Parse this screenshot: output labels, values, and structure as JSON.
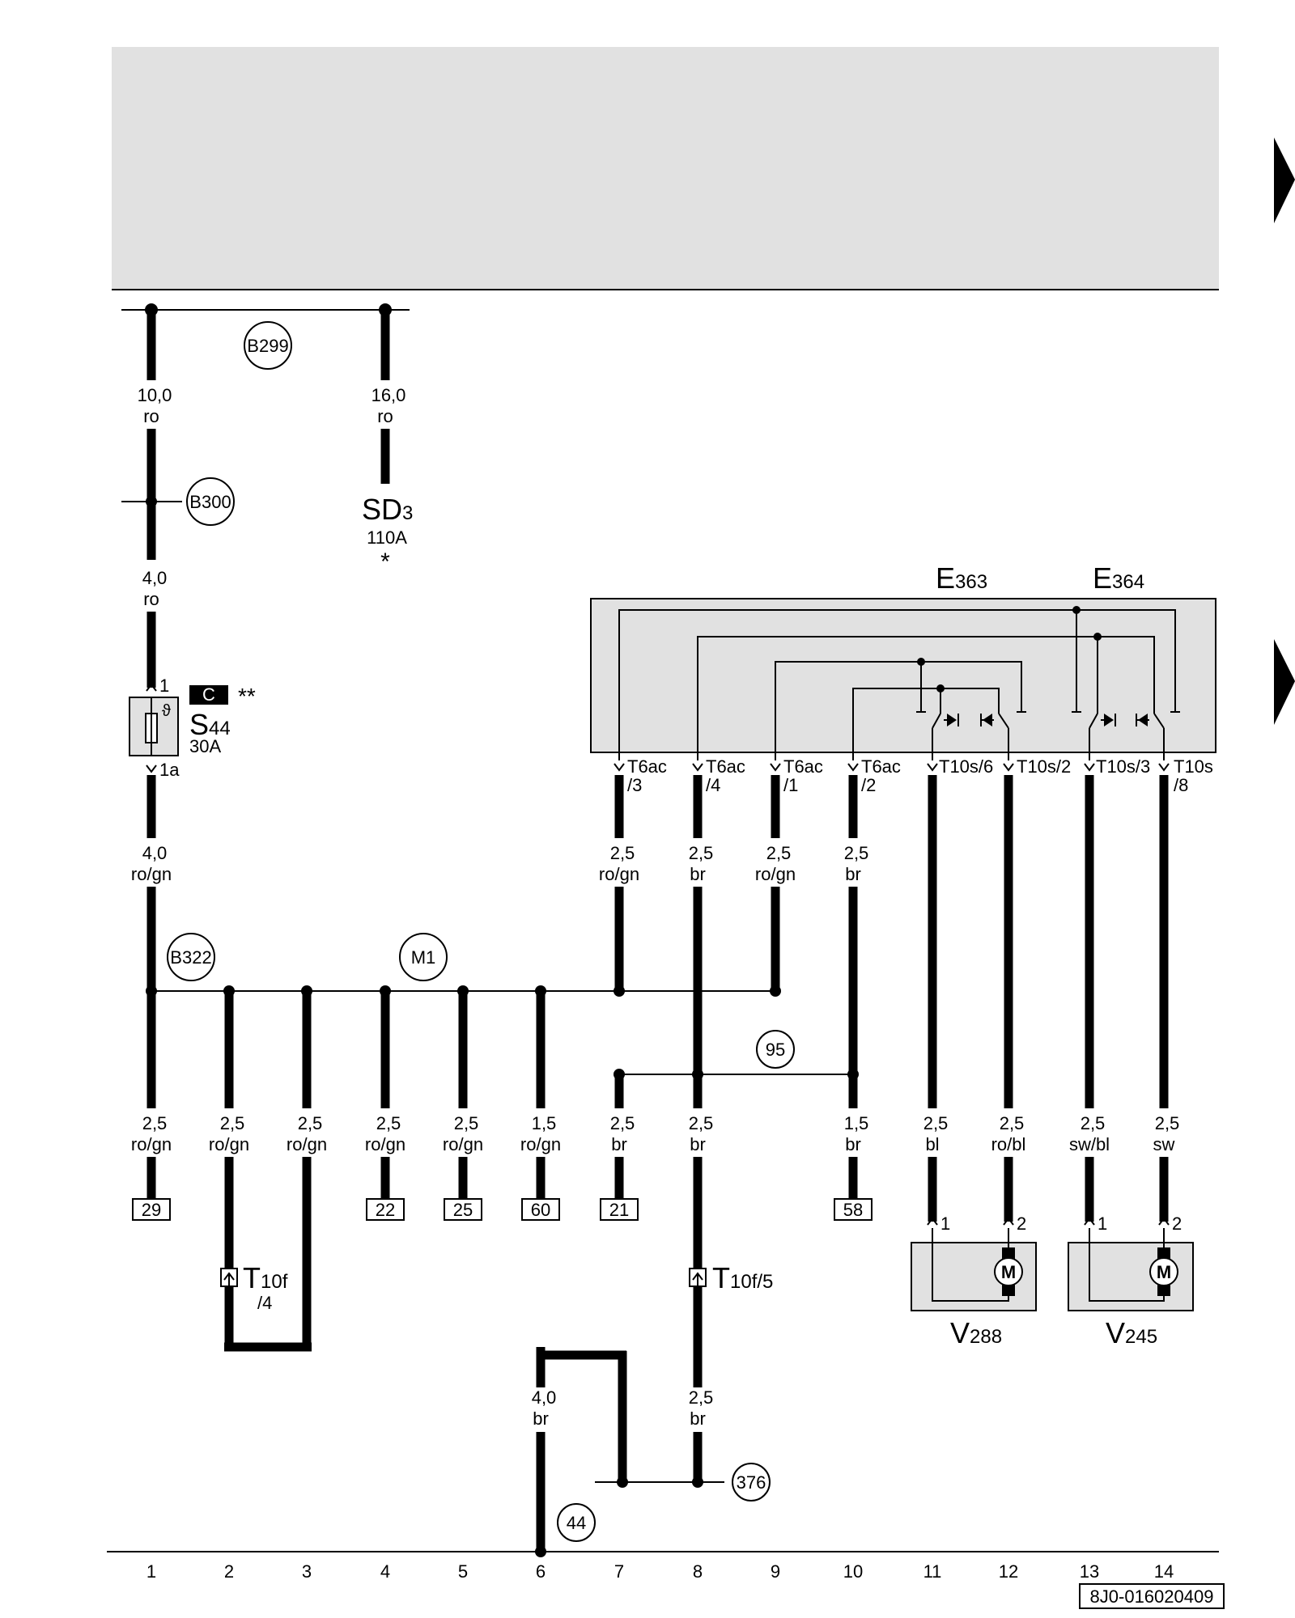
{
  "wires": {
    "b299_col1": {
      "size": "10,0",
      "color": "ro"
    },
    "b299_col4": {
      "size": "16,0",
      "color": "ro"
    },
    "col1_after_b300": {
      "size": "4,0",
      "color": "ro"
    },
    "col1_after_fuse": {
      "size": "4,0",
      "color": "ro/gn"
    },
    "t6ac3": {
      "size": "2,5",
      "color": "ro/gn"
    },
    "t6ac4": {
      "size": "2,5",
      "color": "br"
    },
    "t6ac1": {
      "size": "2,5",
      "color": "ro/gn"
    },
    "t6ac2": {
      "size": "2,5",
      "color": "br"
    },
    "bot1": {
      "size": "2,5",
      "color": "ro/gn"
    },
    "bot2": {
      "size": "2,5",
      "color": "ro/gn"
    },
    "bot3": {
      "size": "2,5",
      "color": "ro/gn"
    },
    "bot4": {
      "size": "2,5",
      "color": "ro/gn"
    },
    "bot5": {
      "size": "2,5",
      "color": "ro/gn"
    },
    "bot6": {
      "size": "1,5",
      "color": "ro/gn"
    },
    "bot7": {
      "size": "2,5",
      "color": "br"
    },
    "bot8": {
      "size": "2,5",
      "color": "br"
    },
    "bot10": {
      "size": "1,5",
      "color": "br"
    },
    "bot11": {
      "size": "2,5",
      "color": "bl"
    },
    "bot12": {
      "size": "2,5",
      "color": "ro/bl"
    },
    "bot13": {
      "size": "2,5",
      "color": "sw/bl"
    },
    "bot14": {
      "size": "2,5",
      "color": "sw"
    },
    "col6_ground": {
      "size": "4,0",
      "color": "br"
    },
    "col8_ground": {
      "size": "2,5",
      "color": "br"
    }
  },
  "connectors": {
    "b299": "B299",
    "b300": "B300",
    "b322": "B322",
    "m1": "M1",
    "c95": "95",
    "c376": "376",
    "c44": "44"
  },
  "components": {
    "sd": {
      "name": "SD",
      "sub": "3",
      "rating": "110A",
      "mark": "*"
    },
    "s44": {
      "name": "S",
      "sub": "44",
      "rating": "30A",
      "badge": "C",
      "mark": "**",
      "pin_top": "1",
      "pin_bottom": "1a",
      "theta": "ϑ"
    },
    "e363": {
      "name": "E",
      "sub": "363"
    },
    "e364": {
      "name": "E",
      "sub": "364"
    },
    "v288": {
      "name": "V",
      "sub": "288",
      "pin1": "1",
      "pin2": "2",
      "motor": "M"
    },
    "v245": {
      "name": "V",
      "sub": "245",
      "pin1": "1",
      "pin2": "2",
      "motor": "M"
    },
    "t10f_4": {
      "name": "T",
      "sub": "10f",
      "pin": "/4"
    },
    "t10f_5": {
      "name": "T",
      "sub": "10f/5"
    }
  },
  "pins": {
    "t6ac3": {
      "name": "T6ac",
      "pin": "/3"
    },
    "t6ac4": {
      "name": "T6ac",
      "pin": "/4"
    },
    "t6ac1": {
      "name": "T6ac",
      "pin": "/1"
    },
    "t6ac2": {
      "name": "T6ac",
      "pin": "/2"
    },
    "t10s6": "T10s/6",
    "t10s2": "T10s/2",
    "t10s3": "T10s/3",
    "t10s8": {
      "name": "T10s",
      "pin": "/8"
    }
  },
  "references": {
    "r29": "29",
    "r22": "22",
    "r25": "25",
    "r60": "60",
    "r21": "21",
    "r58": "58"
  },
  "columns": [
    "1",
    "2",
    "3",
    "4",
    "5",
    "6",
    "7",
    "8",
    "9",
    "10",
    "11",
    "12",
    "13",
    "14"
  ],
  "doc_id": "8J0-016020409"
}
